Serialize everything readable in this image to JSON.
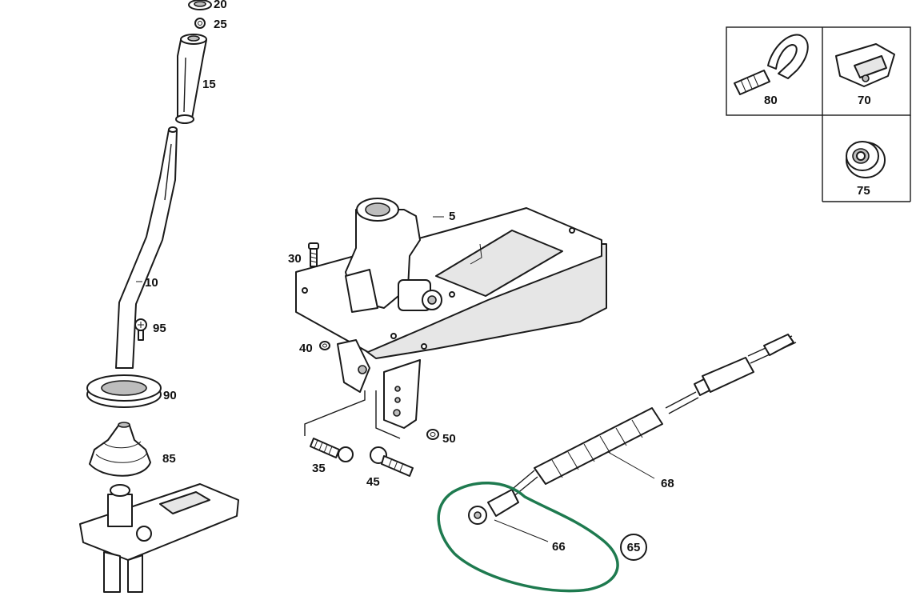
{
  "labels": {
    "p5": "5",
    "p10": "10",
    "p15": "15",
    "p20": "20",
    "p25": "25",
    "p30": "30",
    "p35": "35",
    "p40": "40",
    "p45": "45",
    "p50": "50",
    "p65": "65",
    "p66": "66",
    "p68": "68",
    "p70": "70",
    "p75": "75",
    "p80": "80",
    "p85": "85",
    "p90": "90",
    "p95": "95"
  },
  "colors": {
    "highlight": "#1e7a4f",
    "ink": "#1a1a1a"
  }
}
